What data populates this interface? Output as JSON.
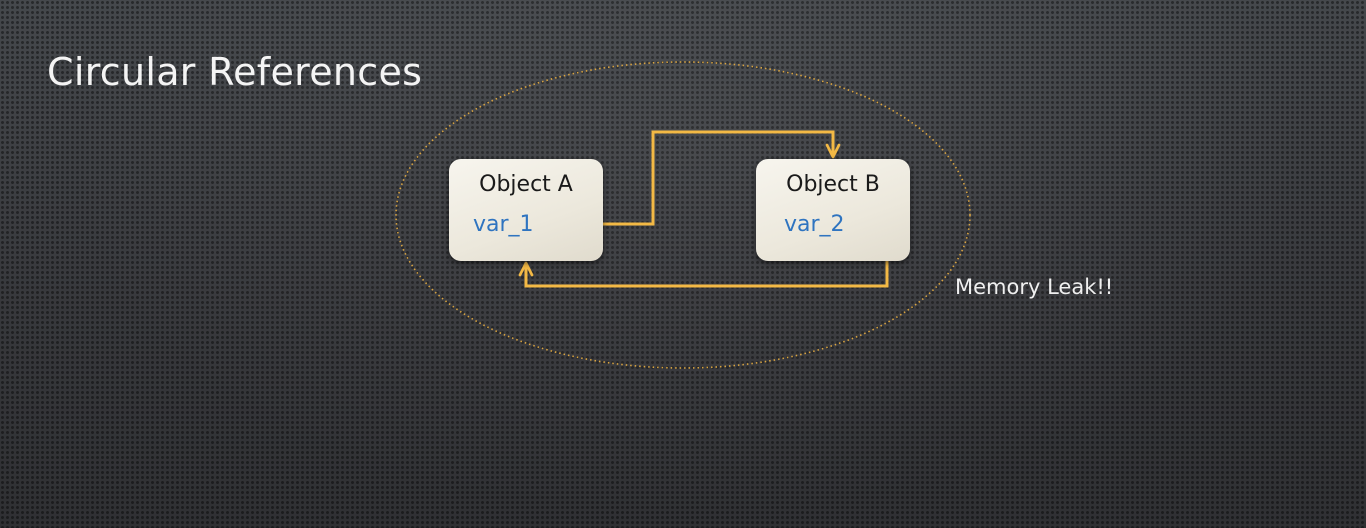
{
  "title": "Circular References",
  "objects": [
    {
      "name": "Object A",
      "variable": "var_1"
    },
    {
      "name": "Object B",
      "variable": "var_2"
    }
  ],
  "annotation": "Memory Leak!!",
  "colors": {
    "arrow": "#f3b945",
    "scope_outline": "#d9a441",
    "variable_text": "#2f74c0",
    "box_fill": "#efebe1"
  }
}
